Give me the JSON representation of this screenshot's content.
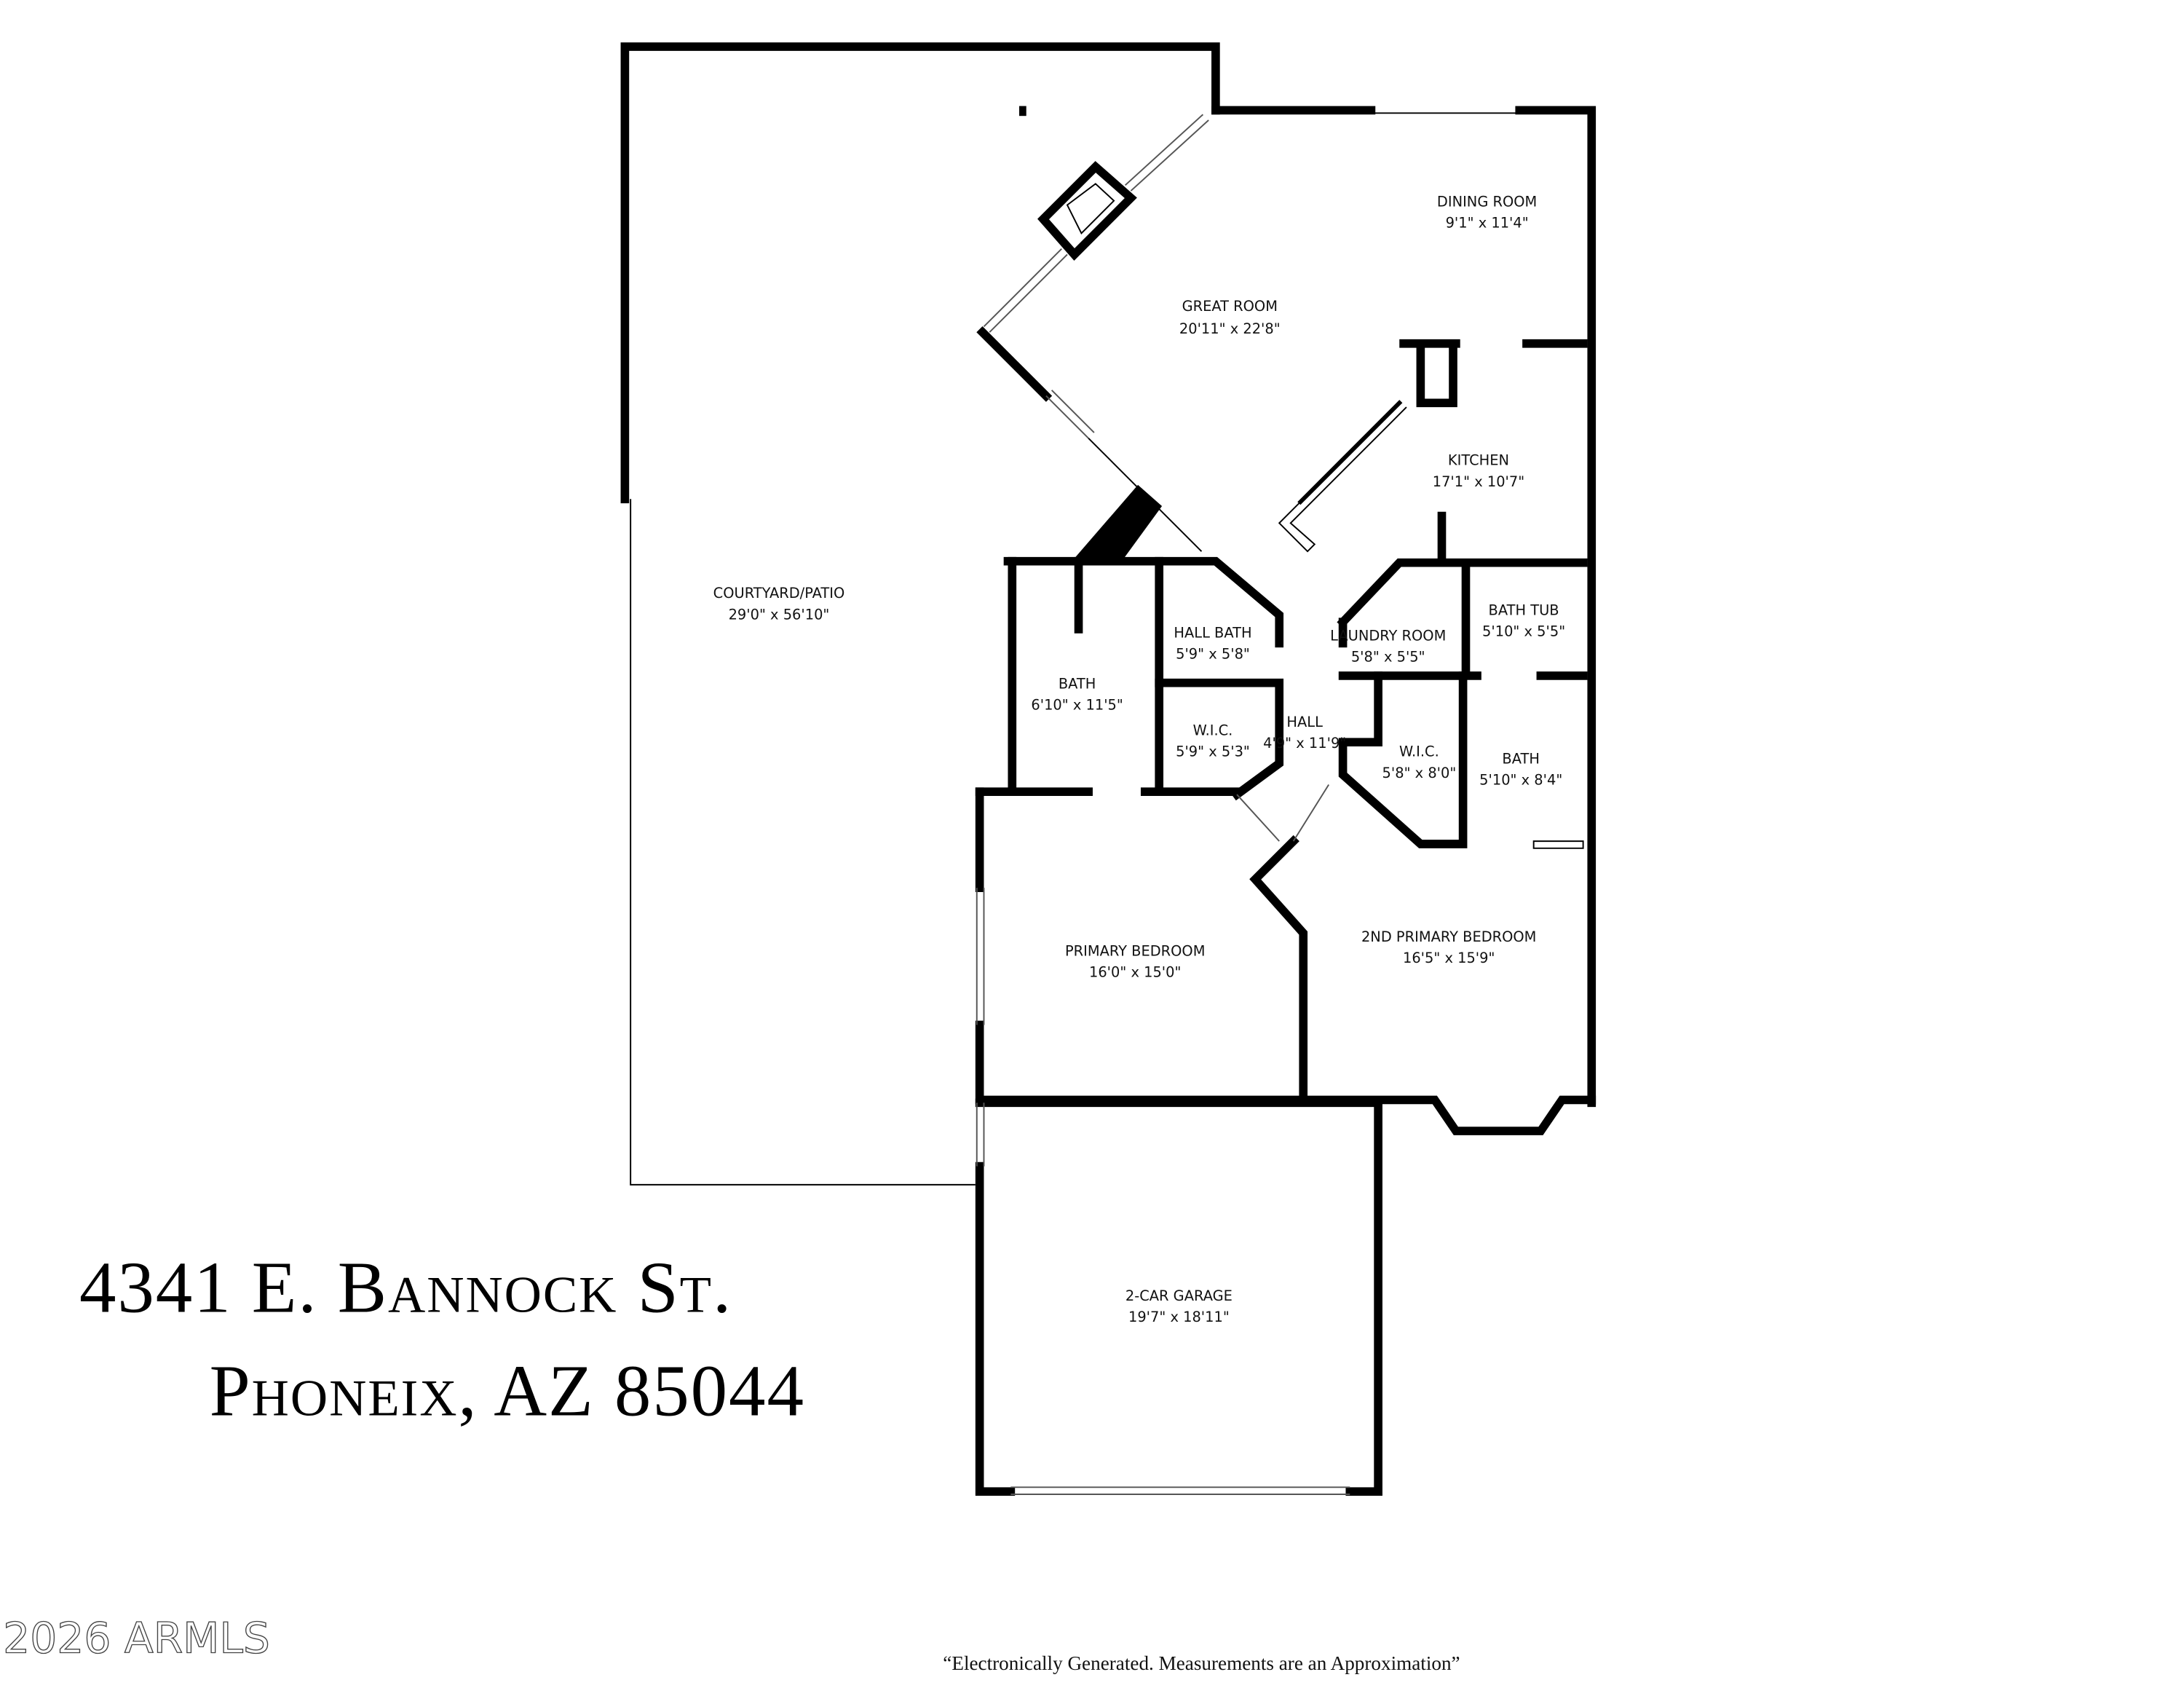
{
  "rooms": {
    "courtyard": {
      "name": "COURTYARD/PATIO",
      "dims": "29'0\" x 56'10\""
    },
    "dining": {
      "name": "DINING ROOM",
      "dims": "9'1\" x 11'4\""
    },
    "great": {
      "name": "GREAT ROOM",
      "dims": "20'11\" x 22'8\""
    },
    "kitchen": {
      "name": "KITCHEN",
      "dims": "17'1\" x 10'7\""
    },
    "hall_bath": {
      "name": "HALL BATH",
      "dims": "5'9\" x 5'8\""
    },
    "laundry": {
      "name": "LAUNDRY ROOM",
      "dims": "5'8\" x 5'5\""
    },
    "bath_tub": {
      "name": "BATH TUB",
      "dims": "5'10\" x 5'5\""
    },
    "bath1": {
      "name": "BATH",
      "dims": "6'10\" x 11'5\""
    },
    "wic1": {
      "name": "W.I.C.",
      "dims": "5'9\" x 5'3\""
    },
    "hall": {
      "name": "HALL",
      "dims": "4'9\" x 11'9\""
    },
    "wic2": {
      "name": "W.I.C.",
      "dims": "5'8\" x 8'0\""
    },
    "bath2": {
      "name": "BATH",
      "dims": "5'10\" x 8'4\""
    },
    "primary": {
      "name": "PRIMARY BEDROOM",
      "dims": "16'0\" x 15'0\""
    },
    "primary2": {
      "name": "2ND PRIMARY BEDROOM",
      "dims": "16'5\" x 15'9\""
    },
    "garage": {
      "name": "2-CAR GARAGE",
      "dims": "19'7\" x 18'11\""
    }
  },
  "address": {
    "line1": "4341 E. Bannock St.",
    "line2": "Phoneix, AZ 85044"
  },
  "watermark": "2026 ARMLS",
  "disclaimer": "“Electronically Generated.  Measurements are an Approximation”"
}
